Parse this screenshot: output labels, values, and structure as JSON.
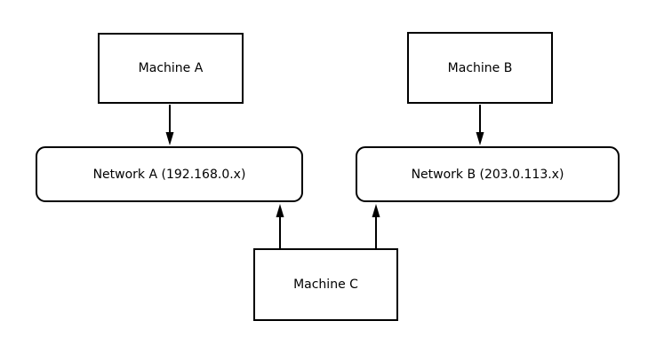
{
  "diagram": {
    "background_color": "#ffffff",
    "line_color": "#000000",
    "text_color": "#000000",
    "nodes": {
      "machine_a": {
        "label": "Machine A",
        "shape": "rectangle"
      },
      "machine_b": {
        "label": "Machine B",
        "shape": "rectangle"
      },
      "network_a": {
        "label": "Network A (192.168.0.x)",
        "shape": "rounded-rectangle"
      },
      "network_b": {
        "label": "Network B (203.0.113.x)",
        "shape": "rounded-rectangle"
      },
      "machine_c": {
        "label": "Machine C",
        "shape": "rectangle"
      }
    },
    "edges": [
      {
        "from": "Machine A",
        "to": "Network A",
        "direction": "down"
      },
      {
        "from": "Machine B",
        "to": "Network B",
        "direction": "down"
      },
      {
        "from": "Machine C",
        "to": "Network A",
        "direction": "up"
      },
      {
        "from": "Machine C",
        "to": "Network B",
        "direction": "up"
      }
    ]
  }
}
